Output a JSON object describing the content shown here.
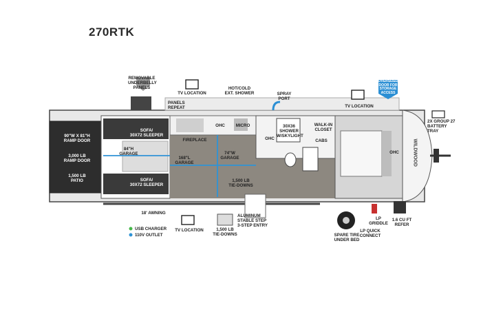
{
  "model": "270RTK",
  "labels": {
    "removable_panels": "REMOVABLE\nUNDERBELLY\nPANELS",
    "tv_location_top": "TV LOCATION",
    "hot_cold_shower": "HOT/COLD\nEXT. SHOWER",
    "spray_port": "SPRAY\nPORT",
    "tv_location_right": "TV LOCATION",
    "oversized_door": "OVERSIZED\nDOOR FOR\nSTORAGE\nACCESS",
    "battery_tray": "2X GROUP 27\nBATTERY\nTRAY",
    "ramp_door": "90\"W x 81\"H\nRAMP DOOR",
    "ramp_door_weight": "3,000 LB\nRAMP DOOR",
    "patio": "1,500 LB\nPATIO",
    "sofa_top": "SOFA/\n30x72 SLEEPER",
    "sofa_bottom": "SOFA/\n30x72 SLEEPER",
    "garage_width": "84\"H\nGARAGE",
    "garage_length": "168\"L\nGARAGE",
    "garage_74": "74\"W\nGARAGE",
    "tie_downs_inner": "1,500 LB\nTIE-DOWNS",
    "fireplace": "FIREPLACE",
    "panels_repeat": "PANELS\nREPEAT",
    "ohc_kitchen": "OHC",
    "micro": "MICRO",
    "ohc_bath": "OHC",
    "shower": "30x36\nSHOWER\nw/SKYLIGHT",
    "walkin_closet": "WALK-IN\nCLOSET",
    "cabs": "CABS",
    "ohc_bed": "OHC",
    "awning": "18' AWNING",
    "usb_charger": "USB CHARGER",
    "outlet_110v": "110V OUTLET",
    "tv_location_bottom": "TV LOCATION",
    "tie_downs_outer": "1,500 LB\nTIE-DOWNS",
    "aluminum_step": "ALUMINUM\nSTABLE STEP\n3-STEP ENTRY",
    "spare_tire": "SPARE TIRE\nUNDER BED",
    "lp_griddle": "LP\nGRIDDLE",
    "lp_quick_connect": "LP QUICK\nCONNECT",
    "refer": "1.6 CU FT\nREFER",
    "brand": "WILDWOOD"
  },
  "colors": {
    "accent_blue": "#2f93d6",
    "callout_blue": "#2b8fd4",
    "floor": "#8e8a84",
    "wall": "#3b3b3b"
  }
}
